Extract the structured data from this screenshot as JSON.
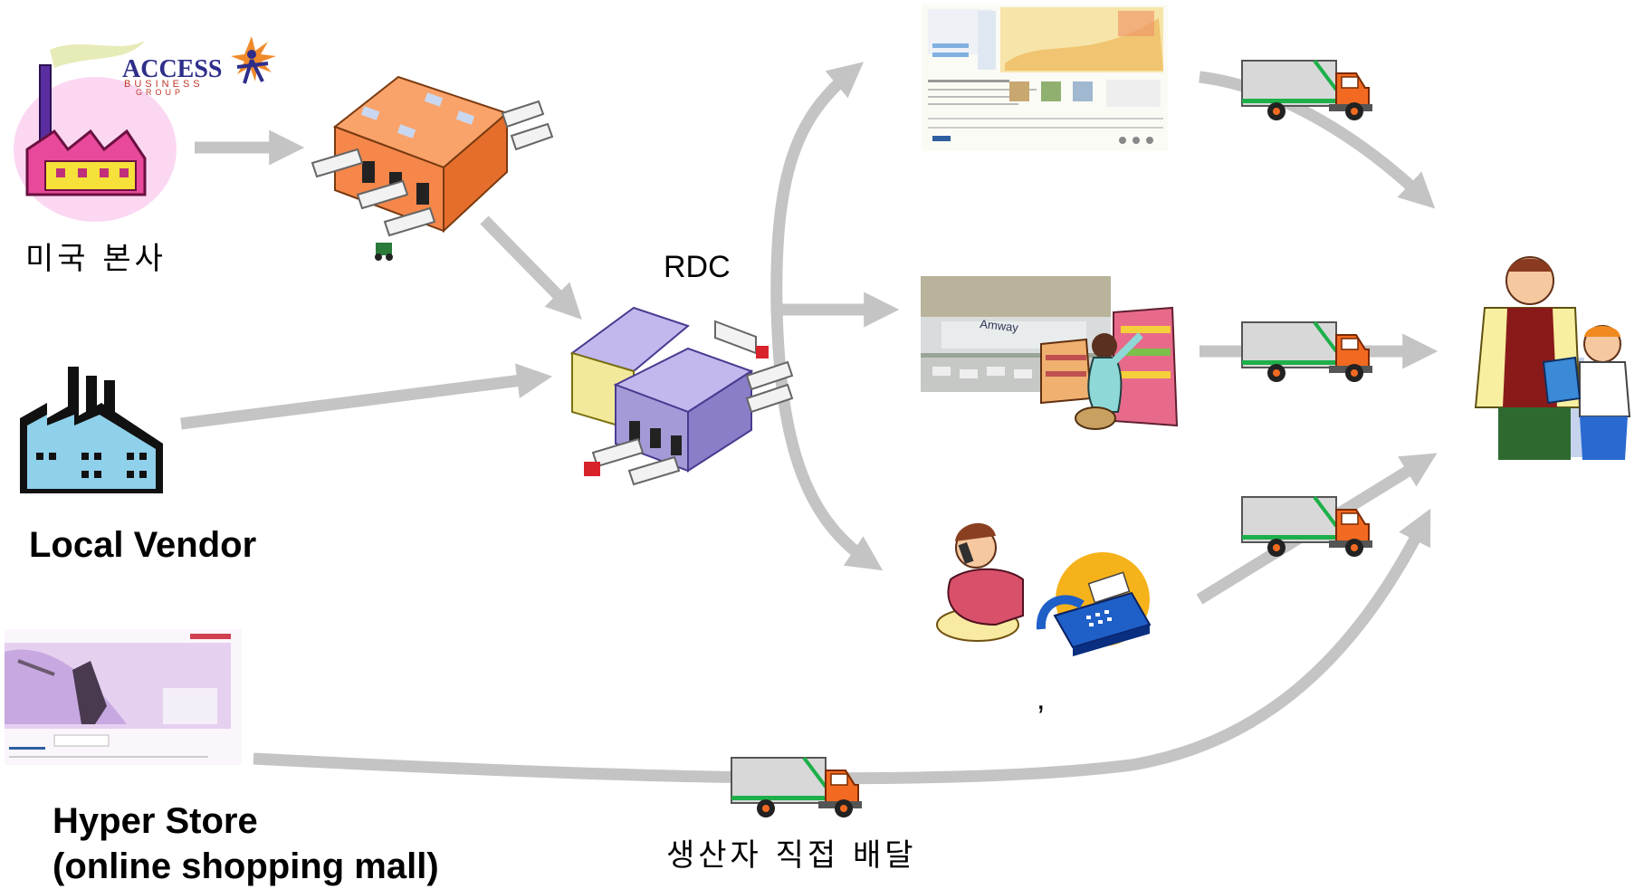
{
  "nodes": {
    "hq": {
      "label": "미국 본사",
      "logo_text": "ACCESS",
      "logo_sub": "BUSINESS",
      "logo_sub2": "GROUP"
    },
    "local_vendor": {
      "label": "Local Vendor"
    },
    "rdc": {
      "label": "RDC"
    },
    "hyper_store": {
      "label_line1": "Hyper Store",
      "label_line2": "(online shopping mall)"
    },
    "store_sign": "Amway",
    "phone_note": ","
  },
  "edges": {
    "direct_delivery": {
      "label": "생산자 직접 배달"
    }
  },
  "colors": {
    "arrow": "#c4c4c4",
    "warehouse_orange": "#f5874a",
    "rdc_purple": "#a59ad8",
    "factory_blue": "#8fd0ea",
    "truck_cab": "#f26a21",
    "truck_body": "#d8d8d8",
    "truck_stripe": "#1db04a"
  }
}
